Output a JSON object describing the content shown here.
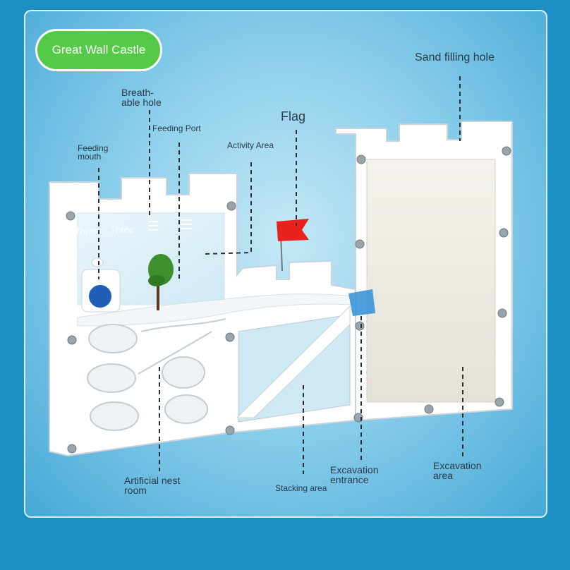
{
  "title": "Great Wall Castle",
  "labels": {
    "sand_filling_hole": "Sand filling hole",
    "breathable_hole": "Breath-\nable hole",
    "flag": "Flag",
    "feeding_port": "Feeding Port",
    "activity_area": "Activity Area",
    "feeding_mouth": "Feeding\nmouth",
    "artificial_nest_room": "Artificial nest\nroom",
    "stacking_area": "Stacking area",
    "excavation_entrance": "Excavation\nentrance",
    "excavation_area": "Excavation\narea",
    "three_1": "Three",
    "three_2": "Three"
  },
  "colors": {
    "outer_background": "#1c8fc4",
    "title_pill": "#55c948",
    "flag": "#e8231e",
    "feeder_cap": "#1f5fb8",
    "tree": "#3f8f2c"
  }
}
